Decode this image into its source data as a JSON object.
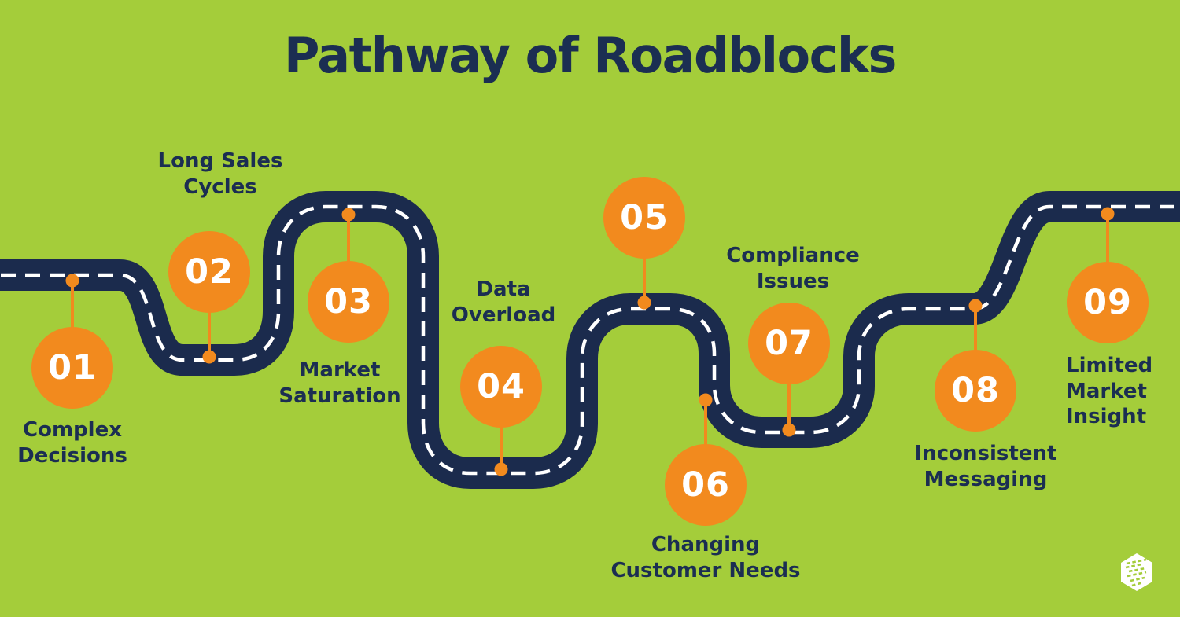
{
  "title": "Pathway of Roadblocks",
  "colors": {
    "background": "#a4cd3a",
    "road": "#1b2b4d",
    "road_line": "#ffffff",
    "marker": "#f28a1e",
    "text": "#1b2e52",
    "number_text": "#ffffff",
    "logo": "#ffffff"
  },
  "items": [
    {
      "number": "01",
      "label": "Complex\nDecisions"
    },
    {
      "number": "02",
      "label": "Long Sales\nCycles"
    },
    {
      "number": "03",
      "label": "Market\nSaturation"
    },
    {
      "number": "04",
      "label": "Data\nOverload"
    },
    {
      "number": "05",
      "label": ""
    },
    {
      "number": "06",
      "label": "Changing\nCustomer Needs"
    },
    {
      "number": "07",
      "label": "Compliance\nIssues"
    },
    {
      "number": "08",
      "label": "Inconsistent\nMessaging"
    },
    {
      "number": "09",
      "label": "Limited\nMarket\nInsight"
    }
  ],
  "icons": {
    "logo": "hexagon-logo"
  }
}
